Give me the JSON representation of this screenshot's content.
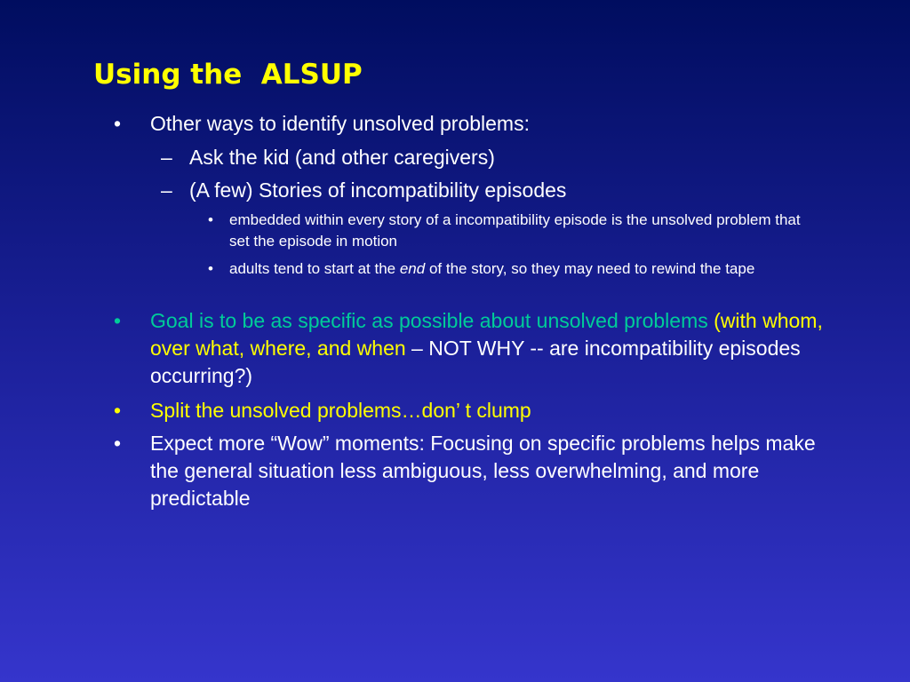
{
  "slide": {
    "title": "Using the  ALSUP",
    "bullet_symbol": "•",
    "dash_symbol": "–",
    "items": [
      {
        "text": "Other ways to identify unsolved problems:"
      },
      {
        "text": "Ask the kid (and other caregivers)"
      },
      {
        "text": "(A few) Stories of incompatibility episodes"
      },
      {
        "text": "embedded within every story of a incompatibility episode is the unsolved problem that set the episode in motion"
      },
      {
        "text_a": "adults tend to start at the ",
        "text_em": "end",
        "text_b": " of the story, so they may need to rewind the tape"
      },
      {
        "part_green": "Goal is to be as specific as possible about unsolved problems",
        "part_yellow": " (with whom, over what, where, and when",
        "part_white": " – NOT WHY -- are incompatibility episodes occurring?)"
      },
      {
        "text": "Split the unsolved problems…don’ t clump"
      },
      {
        "text": "Expect more “Wow” moments:  Focusing on specific problems helps make the general situation less ambiguous, less overwhelming, and more predictable"
      }
    ]
  },
  "colors": {
    "title": "#ffff00",
    "text": "#ffffff",
    "highlight_green": "#00cc99",
    "highlight_yellow": "#ffff00"
  }
}
